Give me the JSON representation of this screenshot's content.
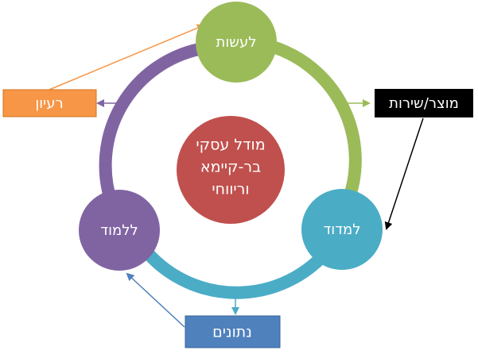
{
  "center": {
    "lines": [
      "מודל עסקי",
      "בר-קיימא",
      "וריווחי"
    ],
    "color": "#c0504d"
  },
  "nodes": {
    "do": {
      "label": "לעשות",
      "color": "#9bbb59"
    },
    "measure": {
      "label": "למדוד",
      "color": "#4bacc6"
    },
    "learn": {
      "label": "ללמוד",
      "color": "#8064a2"
    }
  },
  "boxes": {
    "idea": {
      "label": "רעיון",
      "color": "#f79646"
    },
    "product": {
      "label": "מוצר/שירות",
      "color": "#000000"
    },
    "data": {
      "label": "נתונים",
      "color": "#4f81bd"
    }
  },
  "colors": {
    "arc_do_measure": "#9bbb59",
    "arc_measure_learn": "#4bacc6",
    "arc_learn_do": "#8064a2",
    "arrow_idea": "#f79646",
    "arrow_product": "#000000",
    "arrow_data": "#4f81bd"
  }
}
